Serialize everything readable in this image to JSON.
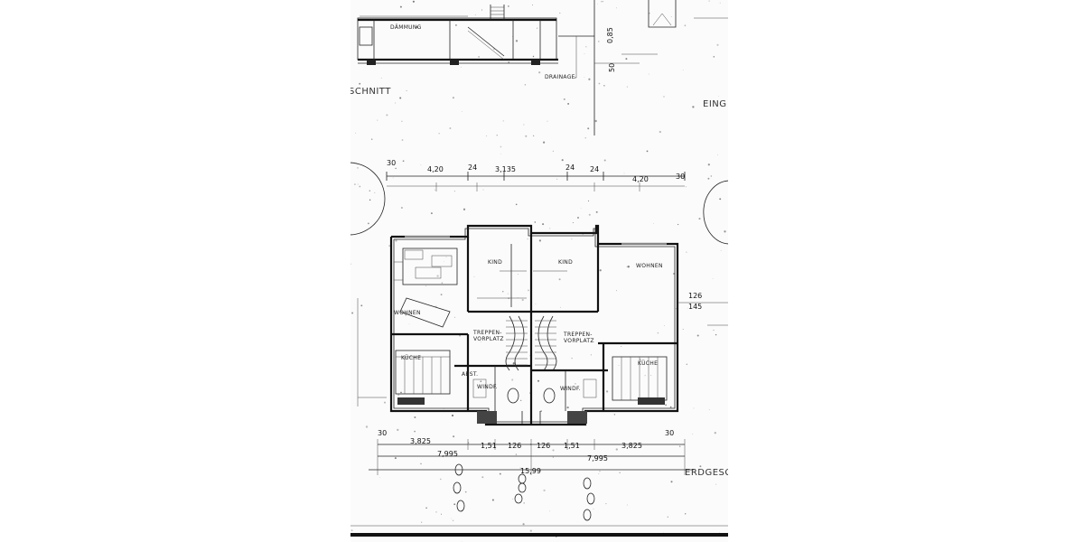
{
  "section": {
    "labels": [
      "DÄMMUNG",
      "DRAINAGE",
      "SCHNITT"
    ],
    "dims": [
      "0,85",
      "50"
    ]
  },
  "header_labels": {
    "eingang": "EING",
    "erdgeschoss": "ERDGESC"
  },
  "rooms": {
    "kind_left": "KIND",
    "kind_right": "KIND",
    "wohnen_left": "WOHNEN",
    "wohnen_right": "WOHNEN",
    "kueche_left": "KÜCHE",
    "kueche_right": "KÜCHE",
    "treppe_left": "TREPPEN-\nVORPLATZ",
    "treppe_right": "TREPPEN-\nVORPLATZ",
    "wc_left": "WINDF.",
    "wc_right": "WINDF.",
    "abst": "ABST."
  },
  "dimensions": {
    "top_left": "4,20",
    "top_mid_l": "24",
    "top_center": "3,135",
    "top_mid_r": "24",
    "top_right": "4,20",
    "top_edge_l": "30",
    "top_edge_r": "30",
    "right_126": "126",
    "right_145": "145",
    "bottom_left": "3,825",
    "bottom_mid_l": "1,51",
    "bottom_c1": "126",
    "bottom_c2": "126",
    "bottom_mid_r": "1,51",
    "bottom_right": "3,825",
    "bottom_half_l": "7,995",
    "bottom_half_r": "7,995",
    "bottom_total": "15,99",
    "bottom_edge_l": "30",
    "bottom_edge_r": "30"
  }
}
